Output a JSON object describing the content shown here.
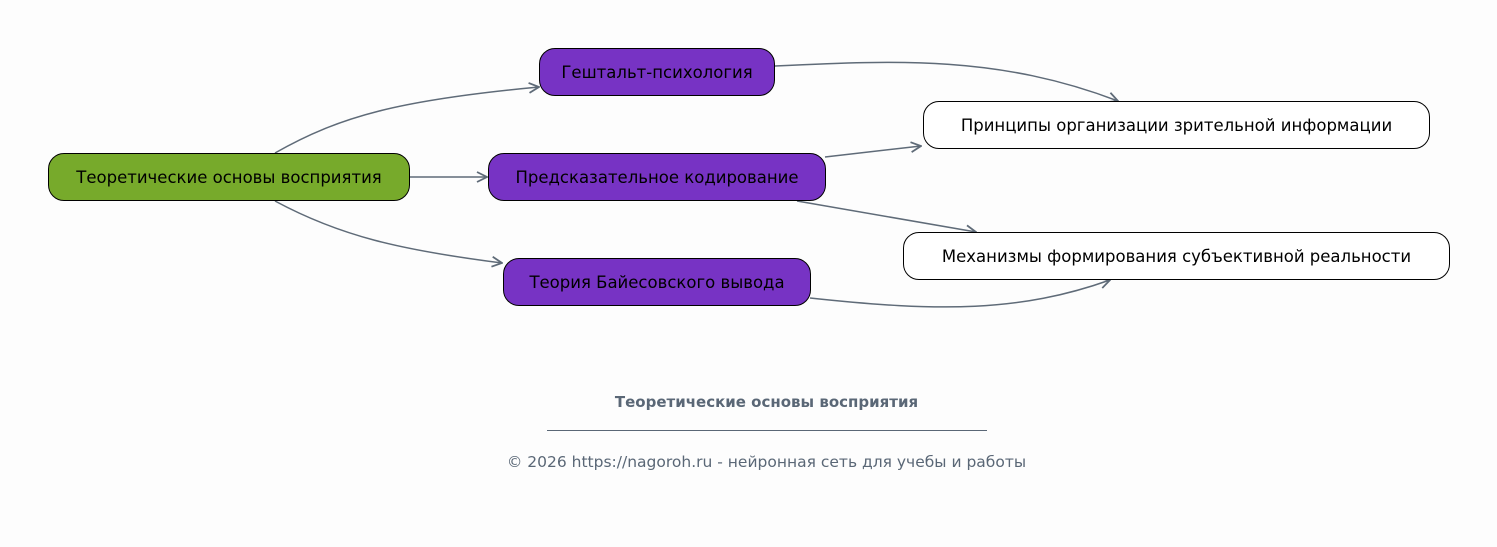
{
  "diagram": {
    "nodes": {
      "root": {
        "label": "Теоретические основы восприятия",
        "color": "#77aa2b"
      },
      "gestalt": {
        "label": "Гештальт-психология",
        "color": "#7733c4"
      },
      "predictive": {
        "label": "Предсказательное кодирование",
        "color": "#7733c4"
      },
      "bayes": {
        "label": "Теория Байесовского вывода",
        "color": "#7733c4"
      },
      "principles": {
        "label": "Принципы организации зрительной информации",
        "color": "#ffffff"
      },
      "mechanisms": {
        "label": "Механизмы формирования субъективной реальности",
        "color": "#ffffff"
      }
    },
    "edges": [
      {
        "from": "root",
        "to": "gestalt"
      },
      {
        "from": "root",
        "to": "predictive"
      },
      {
        "from": "root",
        "to": "bayes"
      },
      {
        "from": "gestalt",
        "to": "principles"
      },
      {
        "from": "predictive",
        "to": "principles"
      },
      {
        "from": "predictive",
        "to": "mechanisms"
      },
      {
        "from": "bayes",
        "to": "mechanisms"
      }
    ],
    "edge_color": "#5f6b78"
  },
  "footer": {
    "title": "Теоретические основы восприятия",
    "copyright": "© 2026 https://nagoroh.ru - нейронная сеть для учебы и работы"
  }
}
